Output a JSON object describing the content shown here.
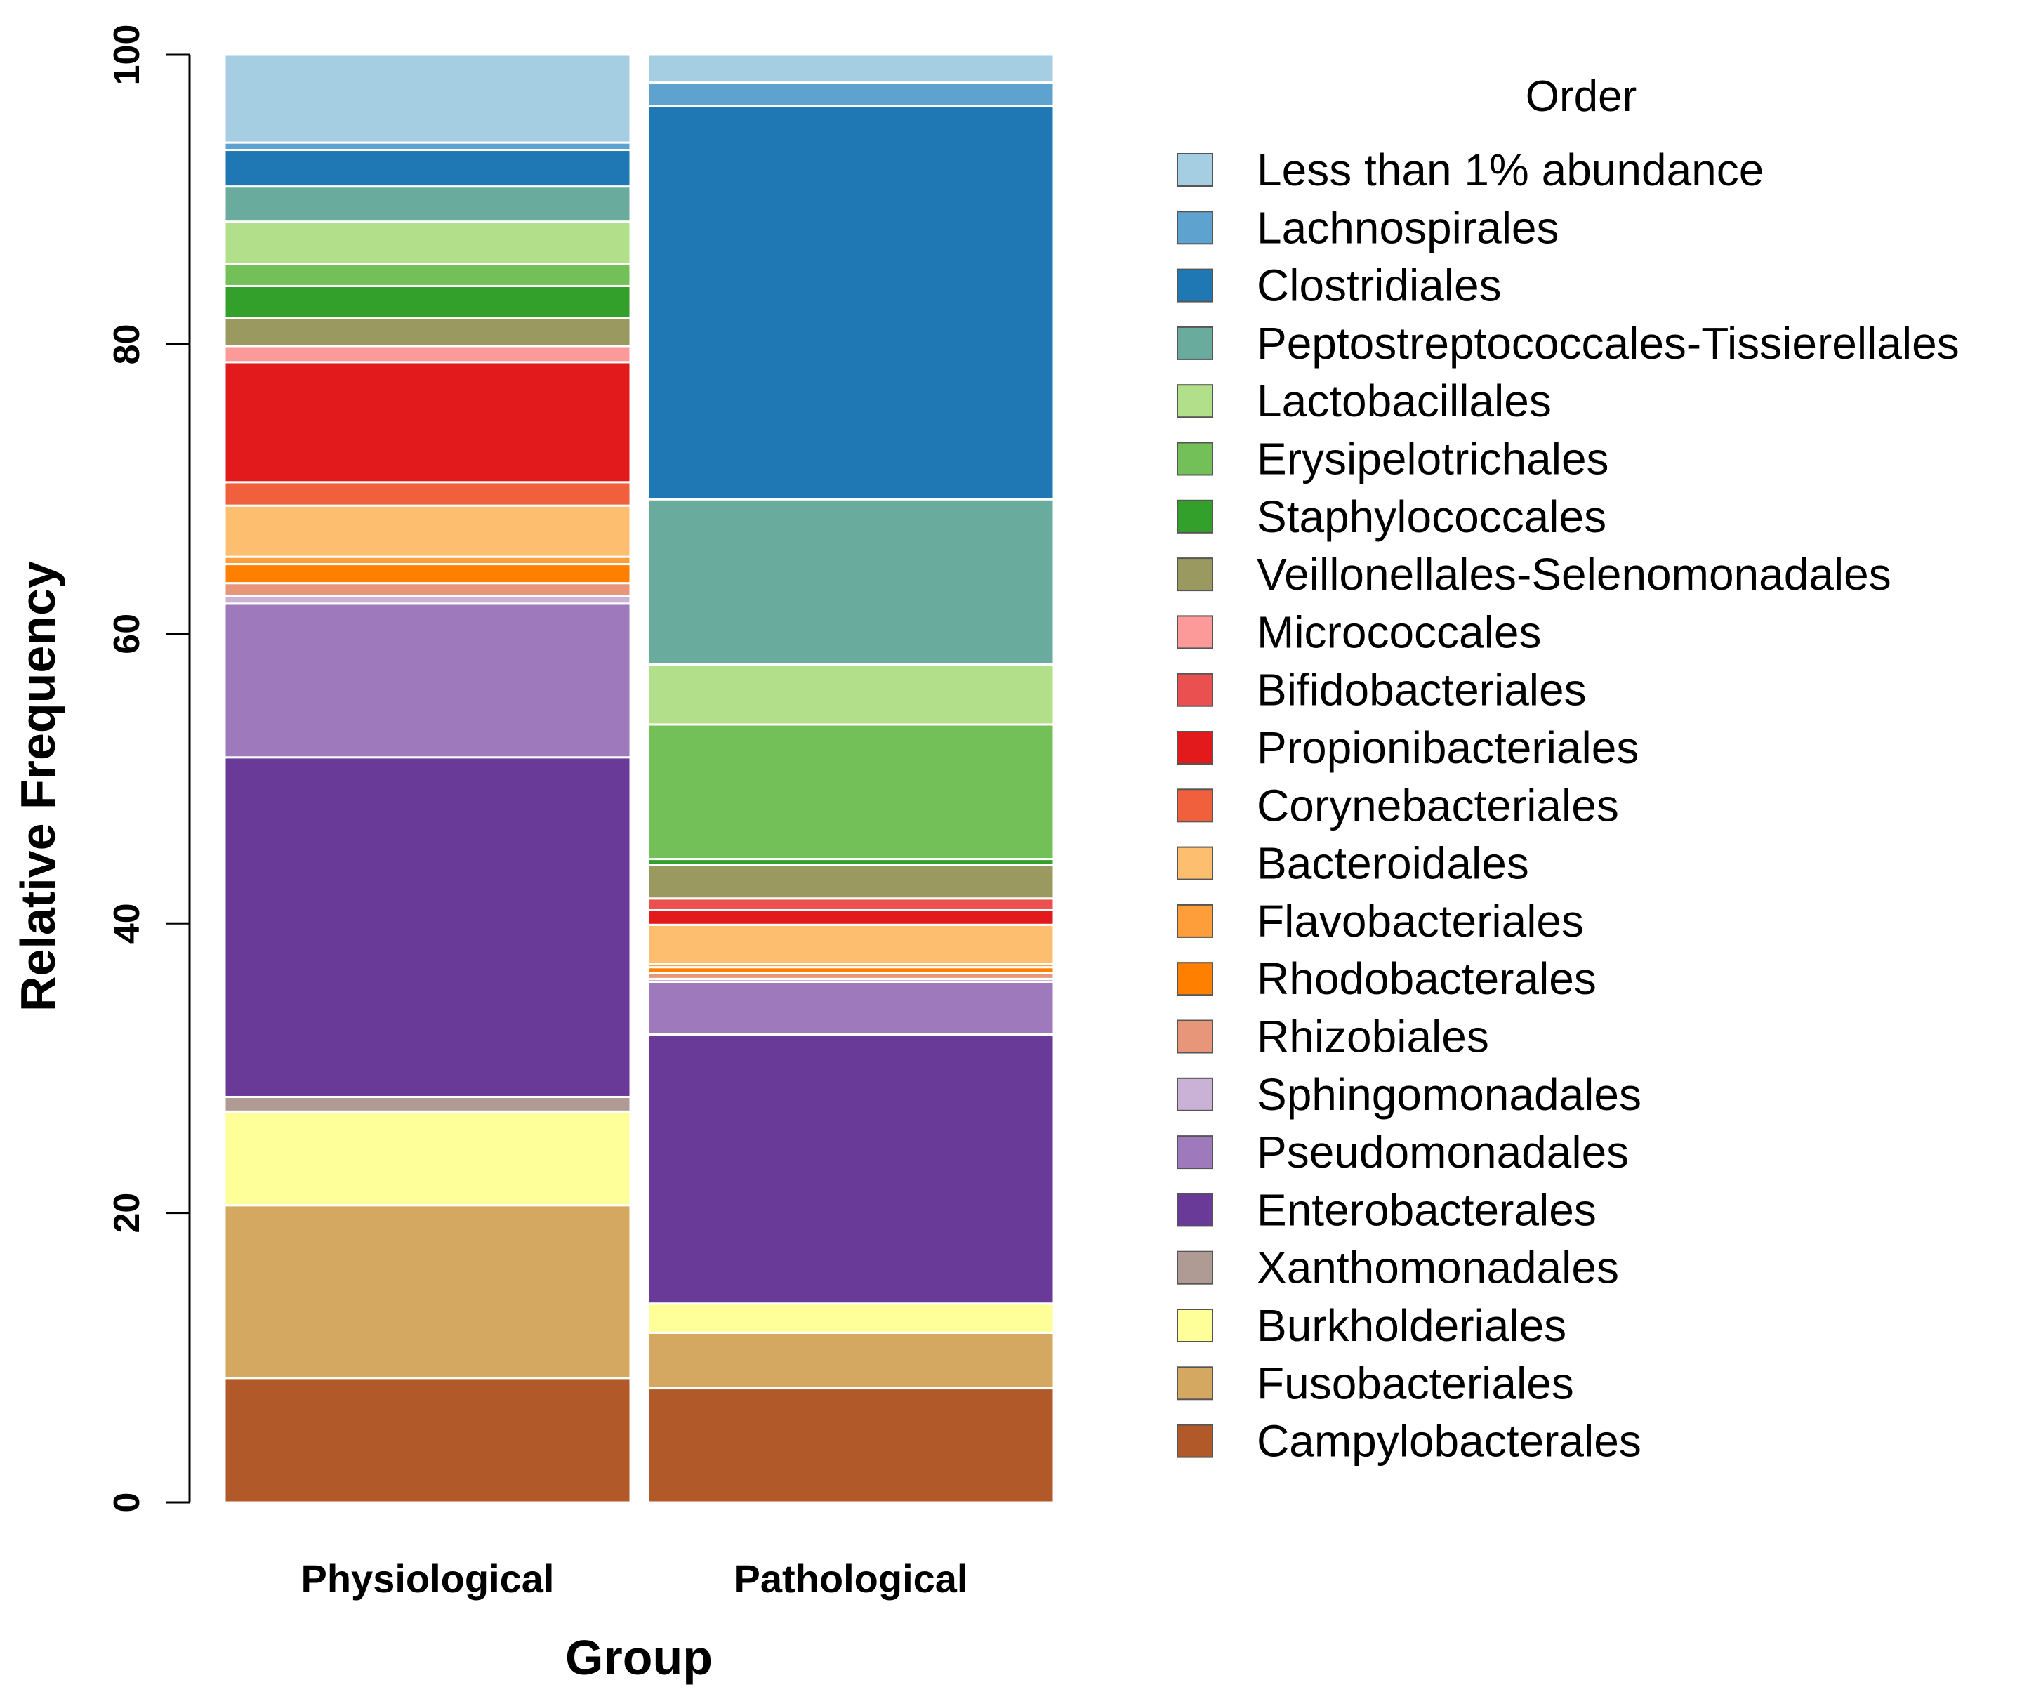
{
  "chart_data": {
    "type": "bar",
    "stacked": true,
    "categories": [
      "Physiological",
      "Pathological"
    ],
    "xlabel": "Group",
    "ylabel": "Relative Frequency",
    "ylim": [
      0,
      100
    ],
    "yticks": [
      0,
      20,
      40,
      60,
      80,
      100
    ],
    "legend": {
      "title": "Order",
      "position": "right"
    },
    "series": [
      {
        "name": "Campylobacterales",
        "color": "#B15928",
        "values": [
          8.5,
          7.8
        ]
      },
      {
        "name": "Fusobacteriales",
        "color": "#D4A860",
        "values": [
          11.8,
          3.8
        ]
      },
      {
        "name": "Burkholderiales",
        "color": "#FFFF99",
        "values": [
          6.4,
          2.0
        ]
      },
      {
        "name": "Xanthomonadales",
        "color": "#B09A94",
        "values": [
          1.0,
          0.0
        ]
      },
      {
        "name": "Enterobacterales",
        "color": "#6A3A98",
        "values": [
          23.2,
          18.4
        ]
      },
      {
        "name": "Pseudomonadales",
        "color": "#9E79BC",
        "values": [
          10.5,
          3.6
        ]
      },
      {
        "name": "Sphingomonadales",
        "color": "#CAB2D6",
        "values": [
          0.5,
          0.2
        ]
      },
      {
        "name": "Rhizobiales",
        "color": "#E8967A",
        "values": [
          0.9,
          0.4
        ]
      },
      {
        "name": "Rhodobacterales",
        "color": "#FF7F00",
        "values": [
          1.3,
          0.4
        ]
      },
      {
        "name": "Flavobacteriales",
        "color": "#FD9E3A",
        "values": [
          0.5,
          0.2
        ]
      },
      {
        "name": "Bacteroidales",
        "color": "#FDBF6F",
        "values": [
          3.5,
          2.7
        ]
      },
      {
        "name": "Corynebacteriales",
        "color": "#F0603C",
        "values": [
          1.6,
          0.0
        ]
      },
      {
        "name": "Propionibacteriales",
        "color": "#E31A1C",
        "values": [
          8.2,
          1.0
        ]
      },
      {
        "name": "Bifidobacteriales",
        "color": "#EA5050",
        "values": [
          0.0,
          0.8
        ]
      },
      {
        "name": "Micrococcales",
        "color": "#FB9A99",
        "values": [
          1.1,
          0.0
        ]
      },
      {
        "name": "Veillonellales-Selenomonadales",
        "color": "#9A9A60",
        "values": [
          1.9,
          2.3
        ]
      },
      {
        "name": "Staphylococcales",
        "color": "#33A02C",
        "values": [
          2.2,
          0.4
        ]
      },
      {
        "name": "Erysipelotrichales",
        "color": "#74C058",
        "values": [
          1.5,
          9.2
        ]
      },
      {
        "name": "Lactobacillales",
        "color": "#B2DF8A",
        "values": [
          2.9,
          4.1
        ]
      },
      {
        "name": "Peptostreptococcales-Tissierellales",
        "color": "#69AC9E",
        "values": [
          2.4,
          11.3
        ]
      },
      {
        "name": "Clostridiales",
        "color": "#1F78B4",
        "values": [
          2.5,
          26.9
        ]
      },
      {
        "name": "Lachnospirales",
        "color": "#5EA3D0",
        "values": [
          0.5,
          1.6
        ]
      },
      {
        "name": "Less than 1% abundance",
        "color": "#A6CEE3",
        "values": [
          6.0,
          1.9
        ]
      }
    ]
  }
}
